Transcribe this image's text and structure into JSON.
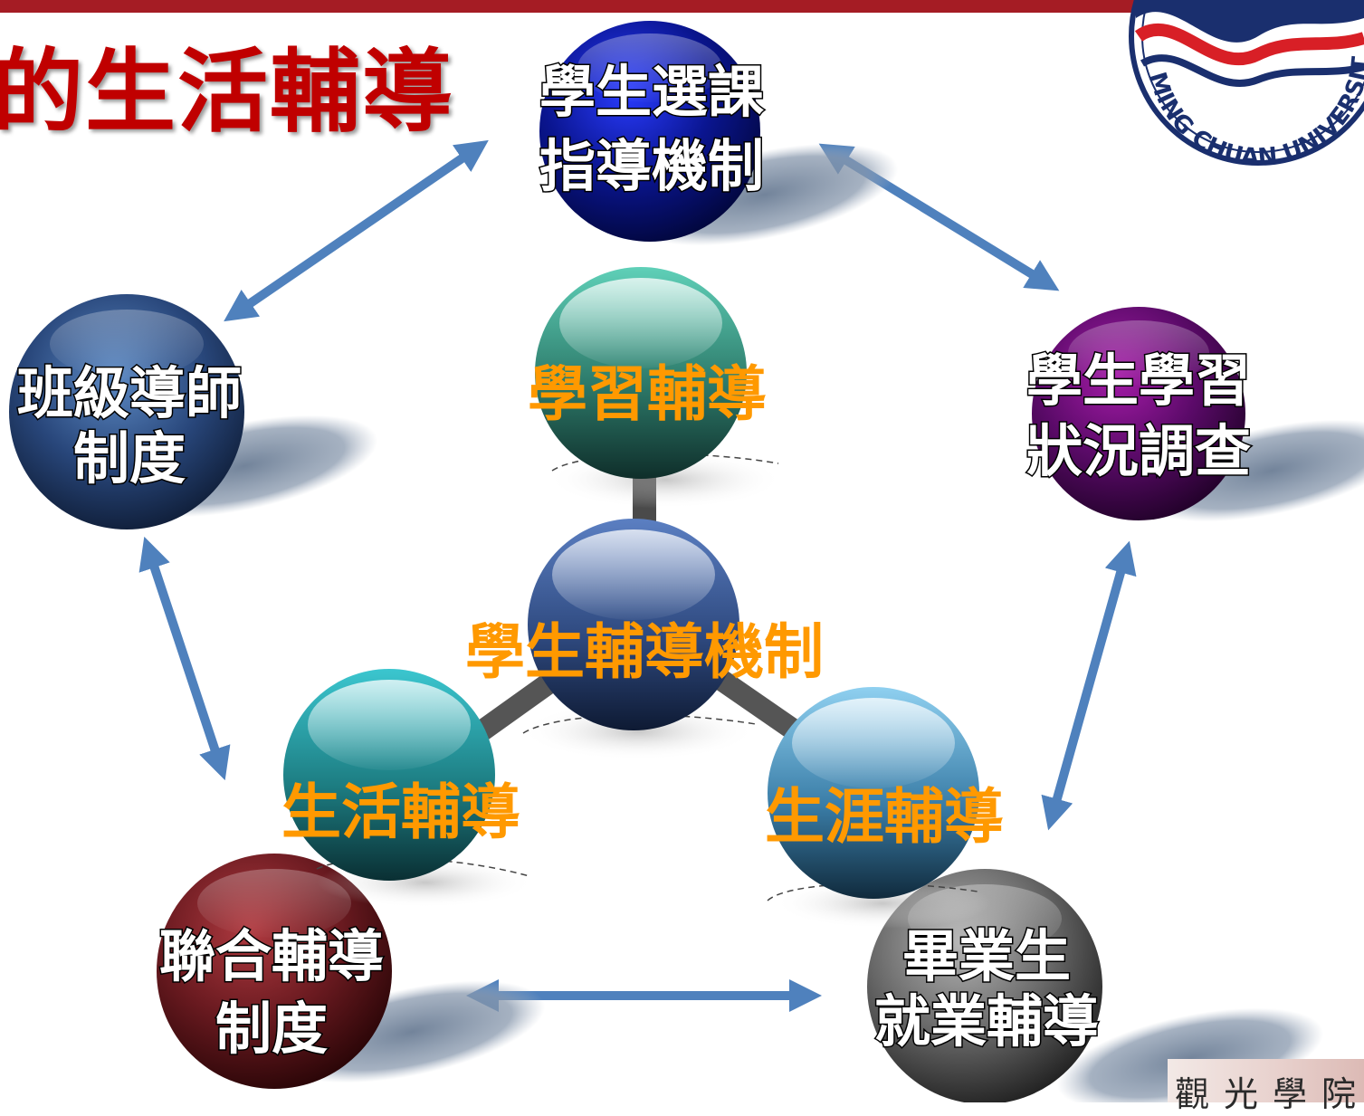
{
  "title": "的生活輔導",
  "logo": {
    "text": "MING CHUAN UNIVERSITY"
  },
  "footer": {
    "text": "觀光學院"
  },
  "center": {
    "label": "學生輔導機制"
  },
  "inner_nodes": [
    {
      "label": "學習輔導"
    },
    {
      "label": "生活輔導"
    },
    {
      "label": "生涯輔導"
    }
  ],
  "outer_nodes": [
    {
      "line1": "學生選課",
      "line2": "指導機制"
    },
    {
      "line1": "學生學習",
      "line2": "狀況調查"
    },
    {
      "line1": "畢業生",
      "line2": "就業輔導"
    },
    {
      "line1": "聯合輔導",
      "line2": "制度"
    },
    {
      "line1": "班級導師",
      "line2": "制度"
    }
  ],
  "colors": {
    "title": "#c00000",
    "hub_text": "#ff9900",
    "arrows": "#4f81bd",
    "top_bar": "#a51c24"
  }
}
